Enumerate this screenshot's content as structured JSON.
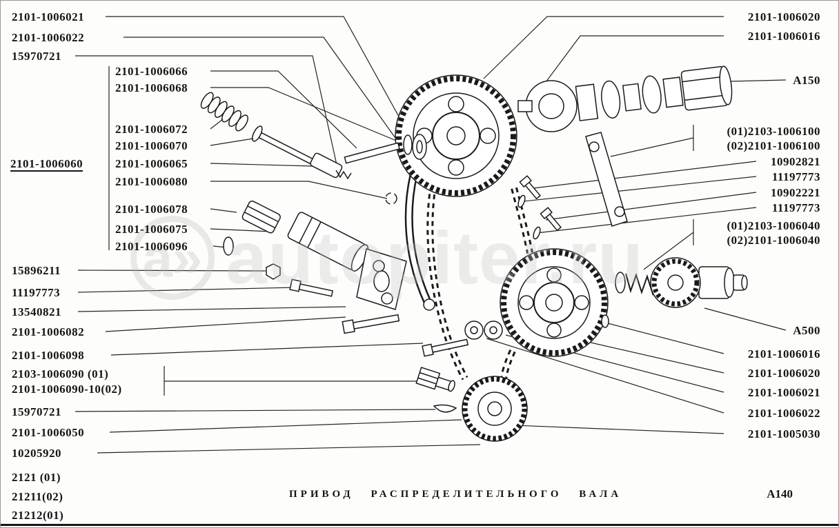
{
  "page": {
    "caption": "ПРИВОД РАСПРЕДЕЛИТЕЛЬНОГО ВАЛА",
    "sheet_code": "A140",
    "watermark_logo": "a»",
    "watermark_text": "autopiter.ru"
  },
  "labels_left": [
    "2101-1006021",
    "2101-1006022",
    "15970721",
    "2101-1006066",
    "2101-1006068",
    "2101-1006072",
    "2101-1006070",
    "2101-1006060",
    "2101-1006065",
    "2101-1006080",
    "2101-1006078",
    "2101-1006075",
    "2101-1006096",
    "15896211",
    "11197773",
    "13540821",
    "2101-1006082",
    "2101-1006098",
    "2103-1006090 (01)",
    "2101-1006090-10(02)",
    "15970721",
    "2101-1006050",
    "10205920"
  ],
  "labels_bottom_left": [
    "2121 (01)",
    "21211(02)",
    "21212(01)"
  ],
  "labels_right": [
    "2101-1006020",
    "2101-1006016",
    "A150",
    "(01)2103-1006100",
    "(02)2101-1006100",
    "10902821",
    "11197773",
    "10902221",
    "11197773",
    "(01)2103-1006040",
    "(02)2101-1006040",
    "A500",
    "2101-1006016",
    "2101-1006020",
    "2101-1006021",
    "2101-1006022",
    "2101-1005030"
  ]
}
